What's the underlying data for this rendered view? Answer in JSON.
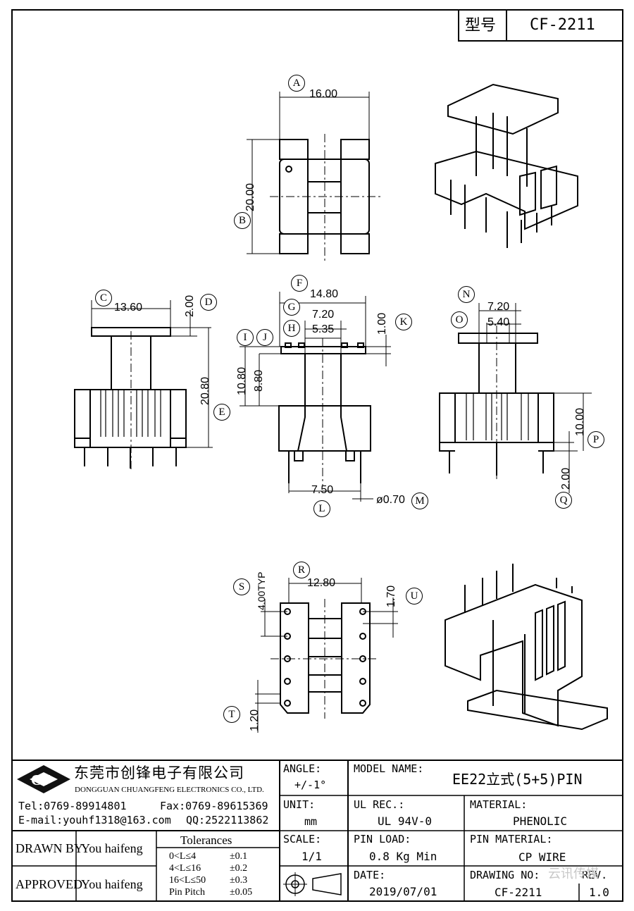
{
  "header": {
    "model_label": "型号",
    "model_value": "CF-2211"
  },
  "drawing": {
    "dims": {
      "a_width": "16.00",
      "b_height": "20.00",
      "c_width": "13.60",
      "d_height": "2.00",
      "e_height": "20.80",
      "f_width": "14.80",
      "g_width": "7.20",
      "h_width": "5.35",
      "k_height": "1.00",
      "i_height": "10.80",
      "j_height": "8.80",
      "l_width": "7.50",
      "m_dia": "ø0.70",
      "n_width": "7.20",
      "o_width": "5.40",
      "p_height": "10.00",
      "q_height": "2.00",
      "r_width": "12.80",
      "s_pitch": "4.00TYP",
      "u_height": "1.70",
      "t_height": "1.20"
    },
    "letters": [
      "A",
      "B",
      "C",
      "D",
      "E",
      "F",
      "G",
      "H",
      "I",
      "J",
      "K",
      "L",
      "M",
      "N",
      "O",
      "P",
      "Q",
      "R",
      "S",
      "T",
      "U"
    ]
  },
  "title_block": {
    "company_cn": "东莞市创锋电子有限公司",
    "company_en": "DONGGUAN CHUANGFENG ELECTRONICS CO., LTD.",
    "logo_text": "CF",
    "tel": "Tel:0769-89914801",
    "fax": "Fax:0769-89615369",
    "email": "E-mail:youhf1318@163.com",
    "qq": "QQ:2522113862",
    "angle_label": "ANGLE:",
    "angle_value": "+/-1°",
    "model_name_label": "MODEL NAME:",
    "model_name_value": "EE22立式(5+5)PIN",
    "unit_label": "UNIT:",
    "unit_value": "mm",
    "ul_label": "UL REC.:",
    "ul_value": "UL 94V-0",
    "material_label": "MATERIAL:",
    "material_value": "PHENOLIC",
    "drawn_by_label": "DRAWN BY",
    "drawn_by_value": "You haifeng",
    "approved_label": "APPROVED",
    "approved_value": "You haifeng",
    "tolerances_title": "Tolerances",
    "tolerances": [
      {
        "range": "0<L≤4",
        "value": "±0.1"
      },
      {
        "range": "4<L≤16",
        "value": "±0.2"
      },
      {
        "range": "16<L≤50",
        "value": "±0.3"
      },
      {
        "range": "Pin Pitch",
        "value": "±0.05"
      }
    ],
    "scale_label": "SCALE:",
    "scale_value": "1/1",
    "pin_load_label": "PIN LOAD:",
    "pin_load_value": "0.8 Kg Min",
    "pin_material_label": "PIN MATERIAL:",
    "pin_material_value": "CP WIRE",
    "date_label": "DATE:",
    "date_value": "2019/07/01",
    "drawing_no_label": "DRAWING NO:",
    "drawing_no_value": "CF-2211",
    "rev_label": "REV.",
    "rev_value": "1.0",
    "watermark": "云讯传媒"
  }
}
